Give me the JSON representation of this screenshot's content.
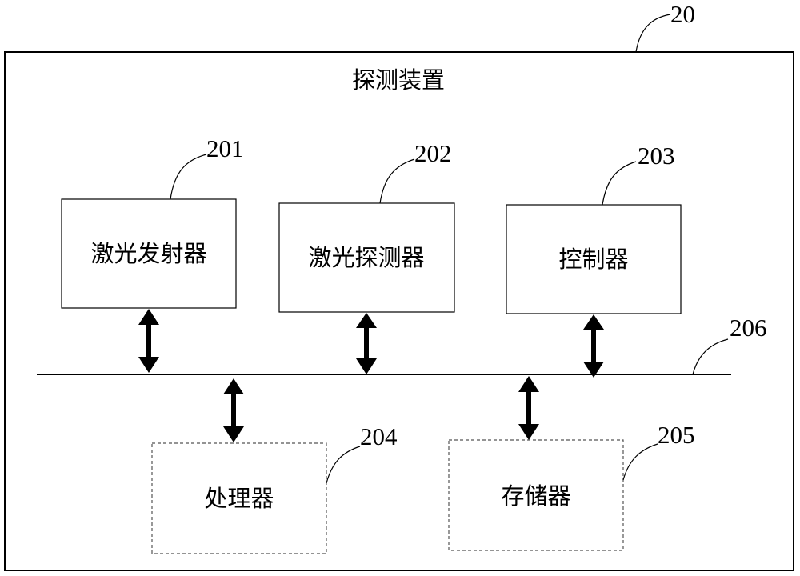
{
  "diagram": {
    "outer_ref": "20",
    "title": "探测装置",
    "bus_ref": "206",
    "blocks": [
      {
        "id": "laser-emitter",
        "ref": "201",
        "label": "激光发射器",
        "style": "solid"
      },
      {
        "id": "laser-detector",
        "ref": "202",
        "label": "激光探测器",
        "style": "solid"
      },
      {
        "id": "controller",
        "ref": "203",
        "label": "控制器",
        "style": "solid"
      },
      {
        "id": "processor",
        "ref": "204",
        "label": "处理器",
        "style": "dashed"
      },
      {
        "id": "memory",
        "ref": "205",
        "label": "存储器",
        "style": "dashed"
      }
    ],
    "connections": [
      {
        "from": "laser-emitter",
        "to": "bus",
        "type": "bidirectional"
      },
      {
        "from": "laser-detector",
        "to": "bus",
        "type": "bidirectional"
      },
      {
        "from": "controller",
        "to": "bus",
        "type": "bidirectional"
      },
      {
        "from": "bus",
        "to": "processor",
        "type": "bidirectional"
      },
      {
        "from": "bus",
        "to": "memory",
        "type": "bidirectional"
      }
    ]
  }
}
